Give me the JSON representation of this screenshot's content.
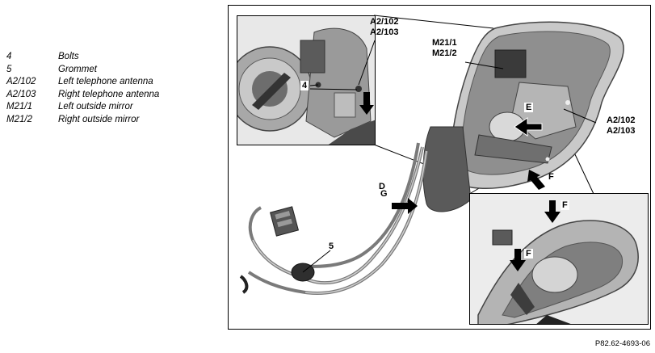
{
  "legend": [
    {
      "code": "4",
      "desc": "Bolts"
    },
    {
      "code": "5",
      "desc": "Grommet"
    },
    {
      "code": "A2/102",
      "desc": "Left telephone antenna"
    },
    {
      "code": "A2/103",
      "desc": "Right telephone antenna"
    },
    {
      "code": "M21/1",
      "desc": "Left outside mirror"
    },
    {
      "code": "M21/2",
      "desc": "Right outside mirror"
    }
  ],
  "callouts": {
    "top_antenna_1": "A2/102",
    "top_antenna_2": "A2/103",
    "mirror_1": "M21/1",
    "mirror_2": "M21/2",
    "right_antenna_1": "A2/102",
    "right_antenna_2": "A2/103",
    "bolts": "4",
    "grommet": "5",
    "arrow_d": "D",
    "arrow_e": "E",
    "arrow_f_main": "F",
    "arrow_f_detail_top": "F",
    "arrow_f_detail_mid": "F",
    "arrow_g": "G"
  },
  "footer": {
    "code": "P82.62-4693-06"
  }
}
